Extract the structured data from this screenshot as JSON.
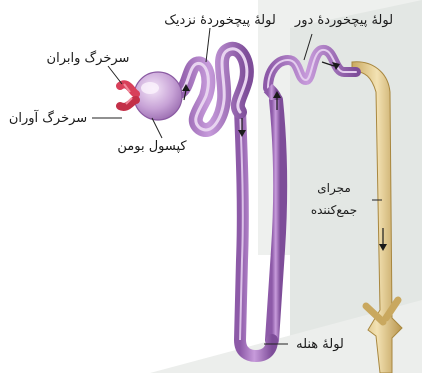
{
  "labels": {
    "proximal_tubule": "لولهٔ پیچخوردهٔ نزدیک",
    "distal_tubule": "لولهٔ پیچخوردهٔ دور",
    "efferent_arteriole": "سرخرگ وابران",
    "afferent_arteriole": "سرخرگ آوران",
    "bowman_capsule": "کپسول بومن",
    "collecting_duct_line1": "مجرای",
    "collecting_duct_line2": "جمع‌کننده",
    "loop_of_henle": "لولهٔ هنله"
  },
  "colors": {
    "background_panel": "#e9ecea",
    "tubule": "#b07fc4",
    "tubule_highlight": "#d9b9e6",
    "arteriole": "#d8405a",
    "collecting_duct": "#e6cf95",
    "collecting_duct_shade": "#c9a85f"
  }
}
